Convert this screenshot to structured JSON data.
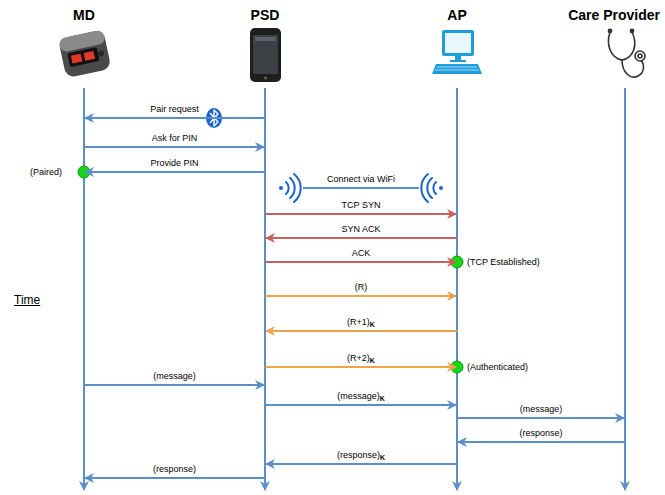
{
  "diagram": {
    "nodes": [
      {
        "text": [
          "MD"
        ]
      },
      {
        "text": [
          "PSD"
        ]
      },
      {
        "text": [
          "AP"
        ]
      },
      {
        "text": [
          "Care Provider"
        ]
      }
    ],
    "edges": [
      {
        "from": 1,
        "to": 0,
        "arrow": "to",
        "label": "Pair request"
      },
      {
        "from": 0,
        "to": 1,
        "arrow": "to",
        "label": "Ask for PIN"
      },
      {
        "from": 1,
        "to": 0,
        "arrow": "to",
        "label": "Provide PIN"
      },
      {
        "from": 1,
        "to": 2,
        "arrow": "none",
        "label": "Connect via WiFi"
      },
      {
        "from": 1,
        "to": 2,
        "arrow": "to",
        "label": "TCP SYN"
      },
      {
        "from": 2,
        "to": 1,
        "arrow": "to",
        "label": "SYN ACK"
      },
      {
        "from": 1,
        "to": 2,
        "arrow": "to",
        "label": "ACK"
      },
      {
        "from": 1,
        "to": 2,
        "arrow": "to",
        "label": "(R)"
      },
      {
        "from": 2,
        "to": 1,
        "arrow": "to",
        "label": "(R+1)K"
      },
      {
        "from": 1,
        "to": 2,
        "arrow": "to",
        "label": "(R+2)K"
      },
      {
        "from": 0,
        "to": 1,
        "arrow": "to",
        "label": "(message)"
      },
      {
        "from": 1,
        "to": 2,
        "arrow": "to",
        "label": "(message)K"
      },
      {
        "from": 2,
        "to": 3,
        "arrow": "to",
        "label": "(message)"
      },
      {
        "from": 3,
        "to": 2,
        "arrow": "to",
        "label": "(response)"
      },
      {
        "from": 2,
        "to": 1,
        "arrow": "to",
        "label": "(response)K"
      },
      {
        "from": 1,
        "to": 0,
        "arrow": "to",
        "label": "(response)"
      }
    ],
    "labels": [
      "(Paired)",
      "(TCP Established)",
      "(Authenticated)",
      "Time"
    ]
  }
}
